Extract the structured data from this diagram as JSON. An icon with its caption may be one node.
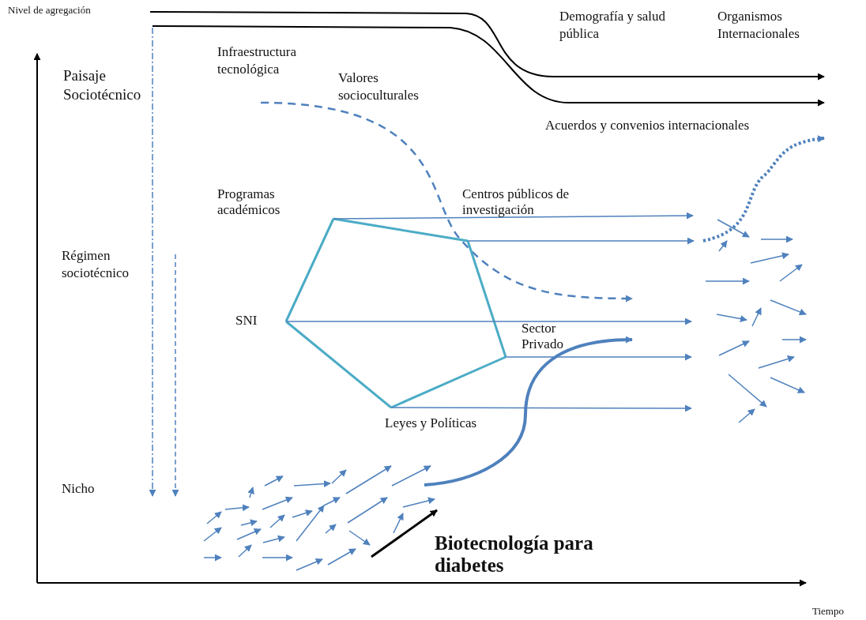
{
  "diagram": {
    "nodes": [
      {
        "text": [
          "Programas académicos"
        ]
      },
      {
        "text": [
          "Centros públicos de investigación"
        ]
      },
      {
        "text": [
          "Sector Privado"
        ]
      },
      {
        "text": [
          "Leyes y Políticas"
        ]
      },
      {
        "text": [
          "SNI"
        ]
      },
      {
        "text": [
          "Biotecnología para diabetes"
        ]
      }
    ],
    "edges": [
      {
        "from": 0,
        "to": 1,
        "arrow": "none",
        "color": "#4bacc6"
      },
      {
        "from": 1,
        "to": 2,
        "arrow": "none",
        "color": "#4bacc6"
      },
      {
        "from": 2,
        "to": 3,
        "arrow": "none",
        "color": "#4bacc6"
      },
      {
        "from": 3,
        "to": 4,
        "arrow": "none",
        "color": "#4bacc6"
      },
      {
        "from": 4,
        "to": 0,
        "arrow": "none",
        "color": "#4bacc6"
      },
      {
        "from": 0,
        "to": null,
        "arrow": "to",
        "color": "#4f81bd"
      },
      {
        "from": 1,
        "to": null,
        "arrow": "to",
        "color": "#4f81bd"
      },
      {
        "from": 4,
        "to": null,
        "arrow": "to",
        "color": "#4f81bd"
      },
      {
        "from": 2,
        "to": null,
        "arrow": "to",
        "color": "#4f81bd"
      },
      {
        "from": 3,
        "to": null,
        "arrow": "to",
        "color": "#4f81bd"
      },
      {
        "from": null,
        "to": 5,
        "arrow": "to",
        "color": "#000000"
      }
    ],
    "labels": [
      "Nivel de agregación",
      "Demografía y salud pública",
      "Organismos Internacionales",
      "Infraestructura tecnológica",
      "Paisaje Sociotécnico",
      "Valores socioculturales",
      "Acuerdos y convenios internacionales",
      "Régimen sociotécnico",
      "Nicho",
      "Tiempo"
    ]
  }
}
